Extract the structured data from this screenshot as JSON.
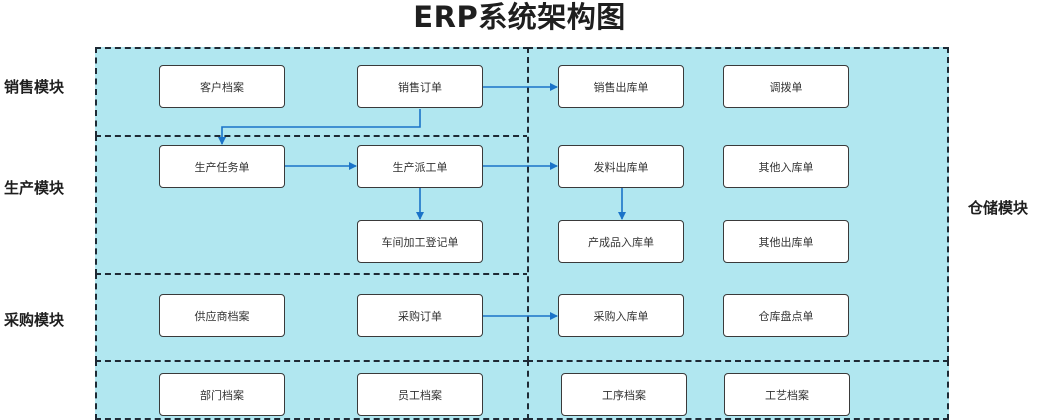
{
  "title": "ERP系统架构图",
  "modules": {
    "sales": "销售模块",
    "production": "生产模块",
    "purchase": "采购模块",
    "warehouse": "仓储模块"
  },
  "nodes": {
    "customer_file": "客户档案",
    "sales_order": "销售订单",
    "sales_outbound": "销售出库单",
    "transfer_order": "调拨单",
    "production_task": "生产任务单",
    "production_dispatch": "生产派工单",
    "material_issue": "发料出库单",
    "other_inbound": "其他入库单",
    "workshop_registration": "车间加工登记单",
    "finished_goods_inbound": "产成品入库单",
    "other_outbound": "其他出库单",
    "supplier_file": "供应商档案",
    "purchase_order": "采购订单",
    "purchase_inbound": "采购入库单",
    "warehouse_stocktake": "仓库盘点单",
    "department_file": "部门档案",
    "employee_file": "员工档案",
    "process_file": "工序档案",
    "craft_file": "工艺档案"
  },
  "colors": {
    "region_fill": "#b1e7f0",
    "region_border": "#1e2a35",
    "arrow": "#1a73c8"
  }
}
